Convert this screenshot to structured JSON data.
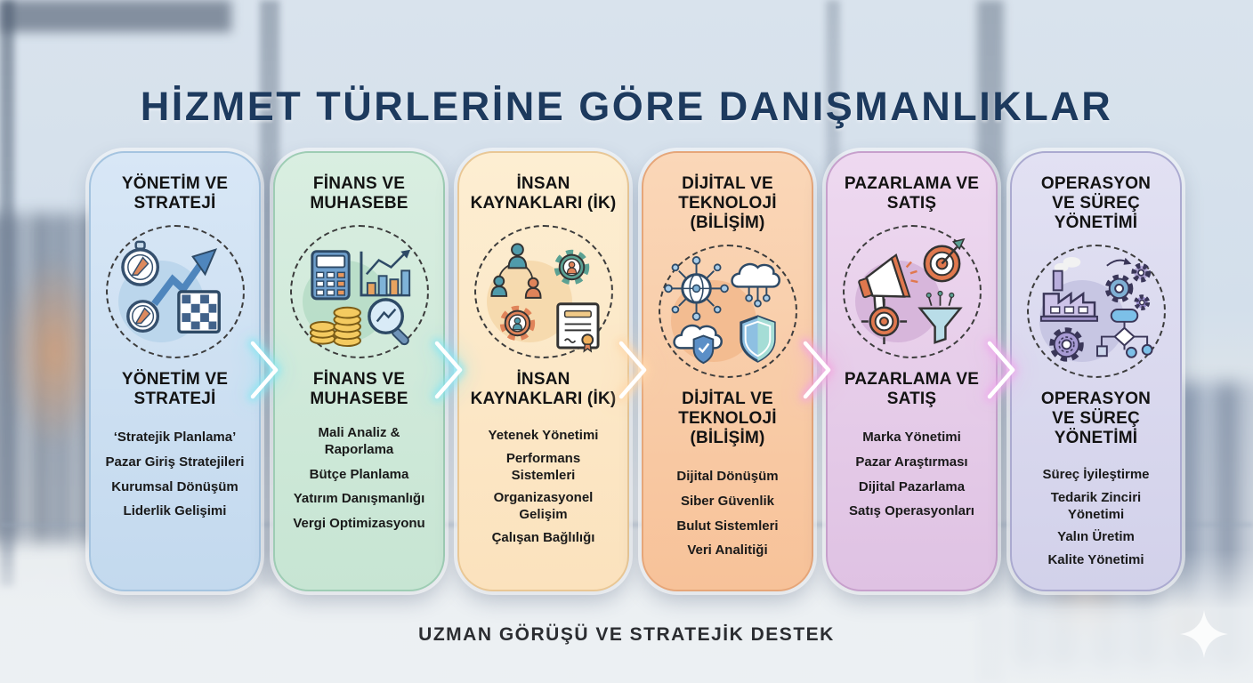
{
  "title": "HİZMET TÜRLERİNE GÖRE DANIŞMANLIKLAR",
  "footer": "UZMAN GÖRÜŞÜ VE STRATEJİK DESTEK",
  "colors": {
    "title": "#1d3a5e"
  },
  "cards": [
    {
      "title": "YÖNETİM VE STRATEJİ",
      "icon": "compass-growth-chessboard",
      "items": [
        "‘Stratejik Planlama’",
        "Pazar Giriş Stratejileri",
        "Kurumsal Dönüşüm",
        "Liderlik Gelişimi"
      ],
      "colors": {
        "bg1": "#d8e7f6",
        "bg2": "#c3d9ee",
        "edge": "#a5c4e0",
        "blob": "#b7d3ea"
      }
    },
    {
      "title": "FİNANS VE MUHASEBE",
      "icon": "calculator-coins-chart",
      "items": [
        "Mali Analiz & Raporlama",
        "Bütçe Planlama",
        "Yatırım Danışmanlığı",
        "Vergi Optimizasyonu"
      ],
      "colors": {
        "bg1": "#d9eee1",
        "bg2": "#c7e5d3",
        "edge": "#9ecdb4",
        "blob": "#b5dcc6"
      }
    },
    {
      "title": "İNSAN KAYNAKLARI (İK)",
      "icon": "people-gears-certificate",
      "items": [
        "Yetenek Yönetimi",
        "Performans Sistemleri",
        "Organizasyonel Gelişim",
        "Çalışan Bağlılığı"
      ],
      "colors": {
        "bg1": "#fdeed2",
        "bg2": "#fbe2bd",
        "edge": "#e9c795",
        "blob": "#f5d7a9"
      }
    },
    {
      "title": "DİJİTAL VE TEKNOLOJİ (BİLİŞİM)",
      "icon": "network-cloud-shield",
      "items": [
        "Dijital Dönüşüm",
        "Siber Güvenlik",
        "Bulut Sistemleri",
        "Veri Analitiği"
      ],
      "colors": {
        "bg1": "#fad7b8",
        "bg2": "#f7c299",
        "edge": "#e6a679",
        "blob": "#f2b98c"
      }
    },
    {
      "title": "PAZARLAMA VE SATIŞ",
      "icon": "megaphone-target-funnel",
      "items": [
        "Marka Yönetimi",
        "Pazar Araştırması",
        "Dijital Pazarlama",
        "Satış Operasyonları"
      ],
      "colors": {
        "bg1": "#eed9f0",
        "bg2": "#dfc2e3",
        "edge": "#c7a0cc",
        "blob": "#d3b1d8"
      }
    },
    {
      "title": "OPERASYON VE SÜREÇ YÖNETİMİ",
      "icon": "factory-gears-flowchart",
      "items": [
        "Süreç İyileştirme",
        "Tedarik Zinciri Yönetimi",
        "Yalın Üretim",
        "Kalite Yönetimi"
      ],
      "colors": {
        "bg1": "#e2e1f3",
        "bg2": "#d2d1ea",
        "edge": "#abaad0",
        "blob": "#c3c2e0"
      }
    }
  ],
  "arrows": [
    {
      "glow": "#8ae6f2"
    },
    {
      "glow": "#8ae6f2"
    },
    {
      "glow": "#ffd8ab"
    },
    {
      "glow": "#f2a6de"
    },
    {
      "glow": "#eea9ec"
    }
  ],
  "sparkle_icon": "four-pointed-star"
}
